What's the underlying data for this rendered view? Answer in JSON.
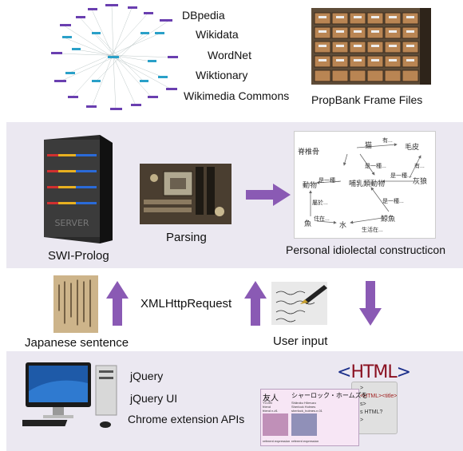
{
  "top": {
    "kb_labels": [
      "DBpedia",
      "Wikidata",
      "WordNet",
      "Wiktionary",
      "Wikimedia Commons"
    ],
    "propbank_label": "PropBank Frame Files"
  },
  "middle": {
    "server_label": "SWI-Prolog",
    "server_brand": "SERVER",
    "parsing_label": "Parsing",
    "construction_label": "Personal idiolectal constructicon",
    "graph": {
      "nodes": [
        "脊椎骨",
        "猫",
        "毛皮",
        "動物",
        "哺乳類動物",
        "灰狼",
        "鯨魚",
        "魚",
        "水"
      ],
      "edges": [
        "有...",
        "是一種...",
        "有...",
        "是一種...",
        "是一種...",
        "是一種...",
        "屬於...",
        "住在...",
        "生活在..."
      ]
    }
  },
  "bridge": {
    "xhr_label": "XMLHttpRequest",
    "japanese_label": "Japanese sentence",
    "user_input_label": "User input"
  },
  "bottom": {
    "apis": [
      "jQuery",
      "jQuery UI",
      "Chrome extension APIs"
    ],
    "html_logo": "<HTML>",
    "card_left_title": "友人",
    "card_left_lines": [
      "YOJIN",
      "friend",
      "friend n.#1"
    ],
    "card_left_caption": "referent expression",
    "card_right_title": "シャーロック・ホームズを",
    "card_right_lines": [
      "Shāroku Hōmuzu",
      "Sherlock Holmes",
      "sherlock_holmes.n.01"
    ],
    "card_right_caption": "referent expression",
    "html_code_lines": [
      ">",
      "<HTML><title>",
      "s>",
      "s HTML?",
      ">"
    ]
  },
  "colors": {
    "band": "#ebe8f1",
    "arrow": "#8a5ab4",
    "html_logo_blue": "#1a2e8a",
    "html_logo_red": "#8a1020"
  }
}
